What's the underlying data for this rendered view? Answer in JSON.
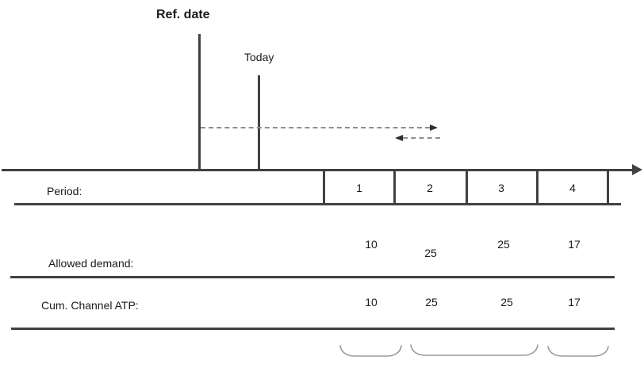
{
  "diagram": {
    "ref_date_label": "Ref. date",
    "today_label": "Today",
    "timeline": {
      "period_label": "Period:",
      "periods": [
        "1",
        "2",
        "3",
        "4"
      ]
    },
    "rows": {
      "allowed_demand": {
        "label": "Allowed demand:",
        "values": [
          "10",
          "25",
          "25",
          "17"
        ]
      },
      "cum_channel_atp": {
        "label": "Cum. Channel ATP:",
        "values": [
          "10",
          "25",
          "25",
          "17"
        ]
      }
    },
    "colors": {
      "line": "#414141",
      "text": "#1a1a1a",
      "dash": "#8f8f8f",
      "arrowhead": "#2e2e2e",
      "brace": "#9a9a9a"
    }
  }
}
